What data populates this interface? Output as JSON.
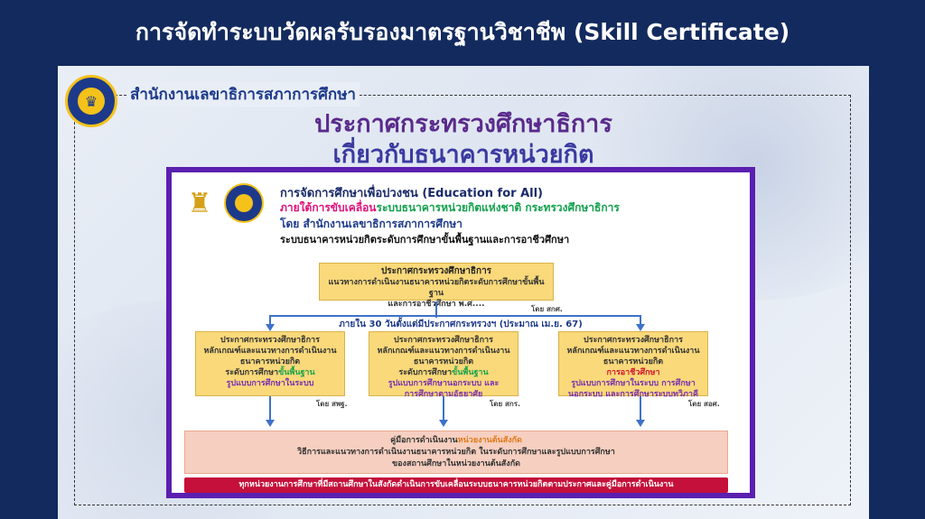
{
  "title": "การจัดทำระบบวัดผลรับรองมาตรฐานวิชาชีพ (Skill Certificate)",
  "office": {
    "name": "สำนักงานเลขาธิการสภาการศึกษา"
  },
  "headline": {
    "line1": "ประกาศกระทรวงศึกษาธิการ",
    "line2": "เกี่ยวกับธนาคารหน่วยกิต"
  },
  "doc": {
    "header": {
      "line1": "การจัดการศึกษาเพื่อปวงชน (Education for All)",
      "line2_a": "ภายใต้การขับเคลื่อน",
      "line2_b": "ระบบธนาคารหน่วยกิตแห่งชาติ กระทรวงศึกษาธิการ",
      "line3": "โดย สำนักงานเลขาธิการสภาการศึกษา",
      "line4": "ระบบธนาคารหน่วยกิตระดับการศึกษาขั้นพื้นฐานและการอาชีวศึกษา"
    },
    "top_box": {
      "title": "ประกาศกระทรวงศึกษาธิการ",
      "line1": "แนวทางการดำเนินงานธนาคารหน่วยกิตระดับการศึกษาขั้นพื้นฐาน",
      "line2": "และการอาชีวศึกษา พ.ศ....",
      "by": "โดย สกศ."
    },
    "timeline": "ภายใน 30 วันตั้งแต่มีประกาศกระทรวงฯ (ประมาณ เม.ย. 67)",
    "boxes": [
      {
        "title": "ประกาศกระทรวงศึกษาธิการ",
        "l1": "หลักเกณฑ์และแนวทางการดำเนินงาน",
        "l2": "ธนาคารหน่วยกิต",
        "l3a": "ระดับการศึกษา",
        "l3b": "ขั้นพื้นฐาน",
        "l4": "รูปแบบการศึกษาในระบบ",
        "l5": "",
        "by": "โดย สพฐ."
      },
      {
        "title": "ประกาศกระทรวงศึกษาธิการ",
        "l1": "หลักเกณฑ์และแนวทางการดำเนินงาน",
        "l2": "ธนาคารหน่วยกิต",
        "l3a": "ระดับการศึกษา",
        "l3b": "ขั้นพื้นฐาน",
        "l4": "รูปแบบการศึกษานอกระบบ และ",
        "l5": "การศึกษาตามอัธยาศัย",
        "by": "โดย สกร."
      },
      {
        "title": "ประกาศกระทรวงศึกษาธิการ",
        "l1": "หลักเกณฑ์และแนวทางการดำเนินงาน",
        "l2": "ธนาคารหน่วยกิต",
        "l3a": "",
        "l3b": "การอาชีวศึกษา",
        "l4": "รูปแบบการศึกษาในระบบ การศึกษา",
        "l5": "นอกระบบ และการศึกษาระบบทวิภาคี",
        "by": "โดย สอศ."
      }
    ],
    "guide": {
      "l1a": "คู่มือการดำเนินงาน",
      "l1b": "หน่วยงานต้นสังกัด",
      "l2": "วิธีการและแนวทางการดำเนินงานธนาคารหน่วยกิต ในระดับการศึกษาและรูปแบบการศึกษา",
      "l3": "ของสถานศึกษาในหน่วยงานต้นสังกัด"
    },
    "banner": "ทุกหน่วยงานการศึกษาที่มีสถานศึกษาในสังกัดดำเนินการขับเคลื่อนระบบธนาคารหน่วยกิตตามประกาศและคู่มือการดำเนินงาน"
  }
}
